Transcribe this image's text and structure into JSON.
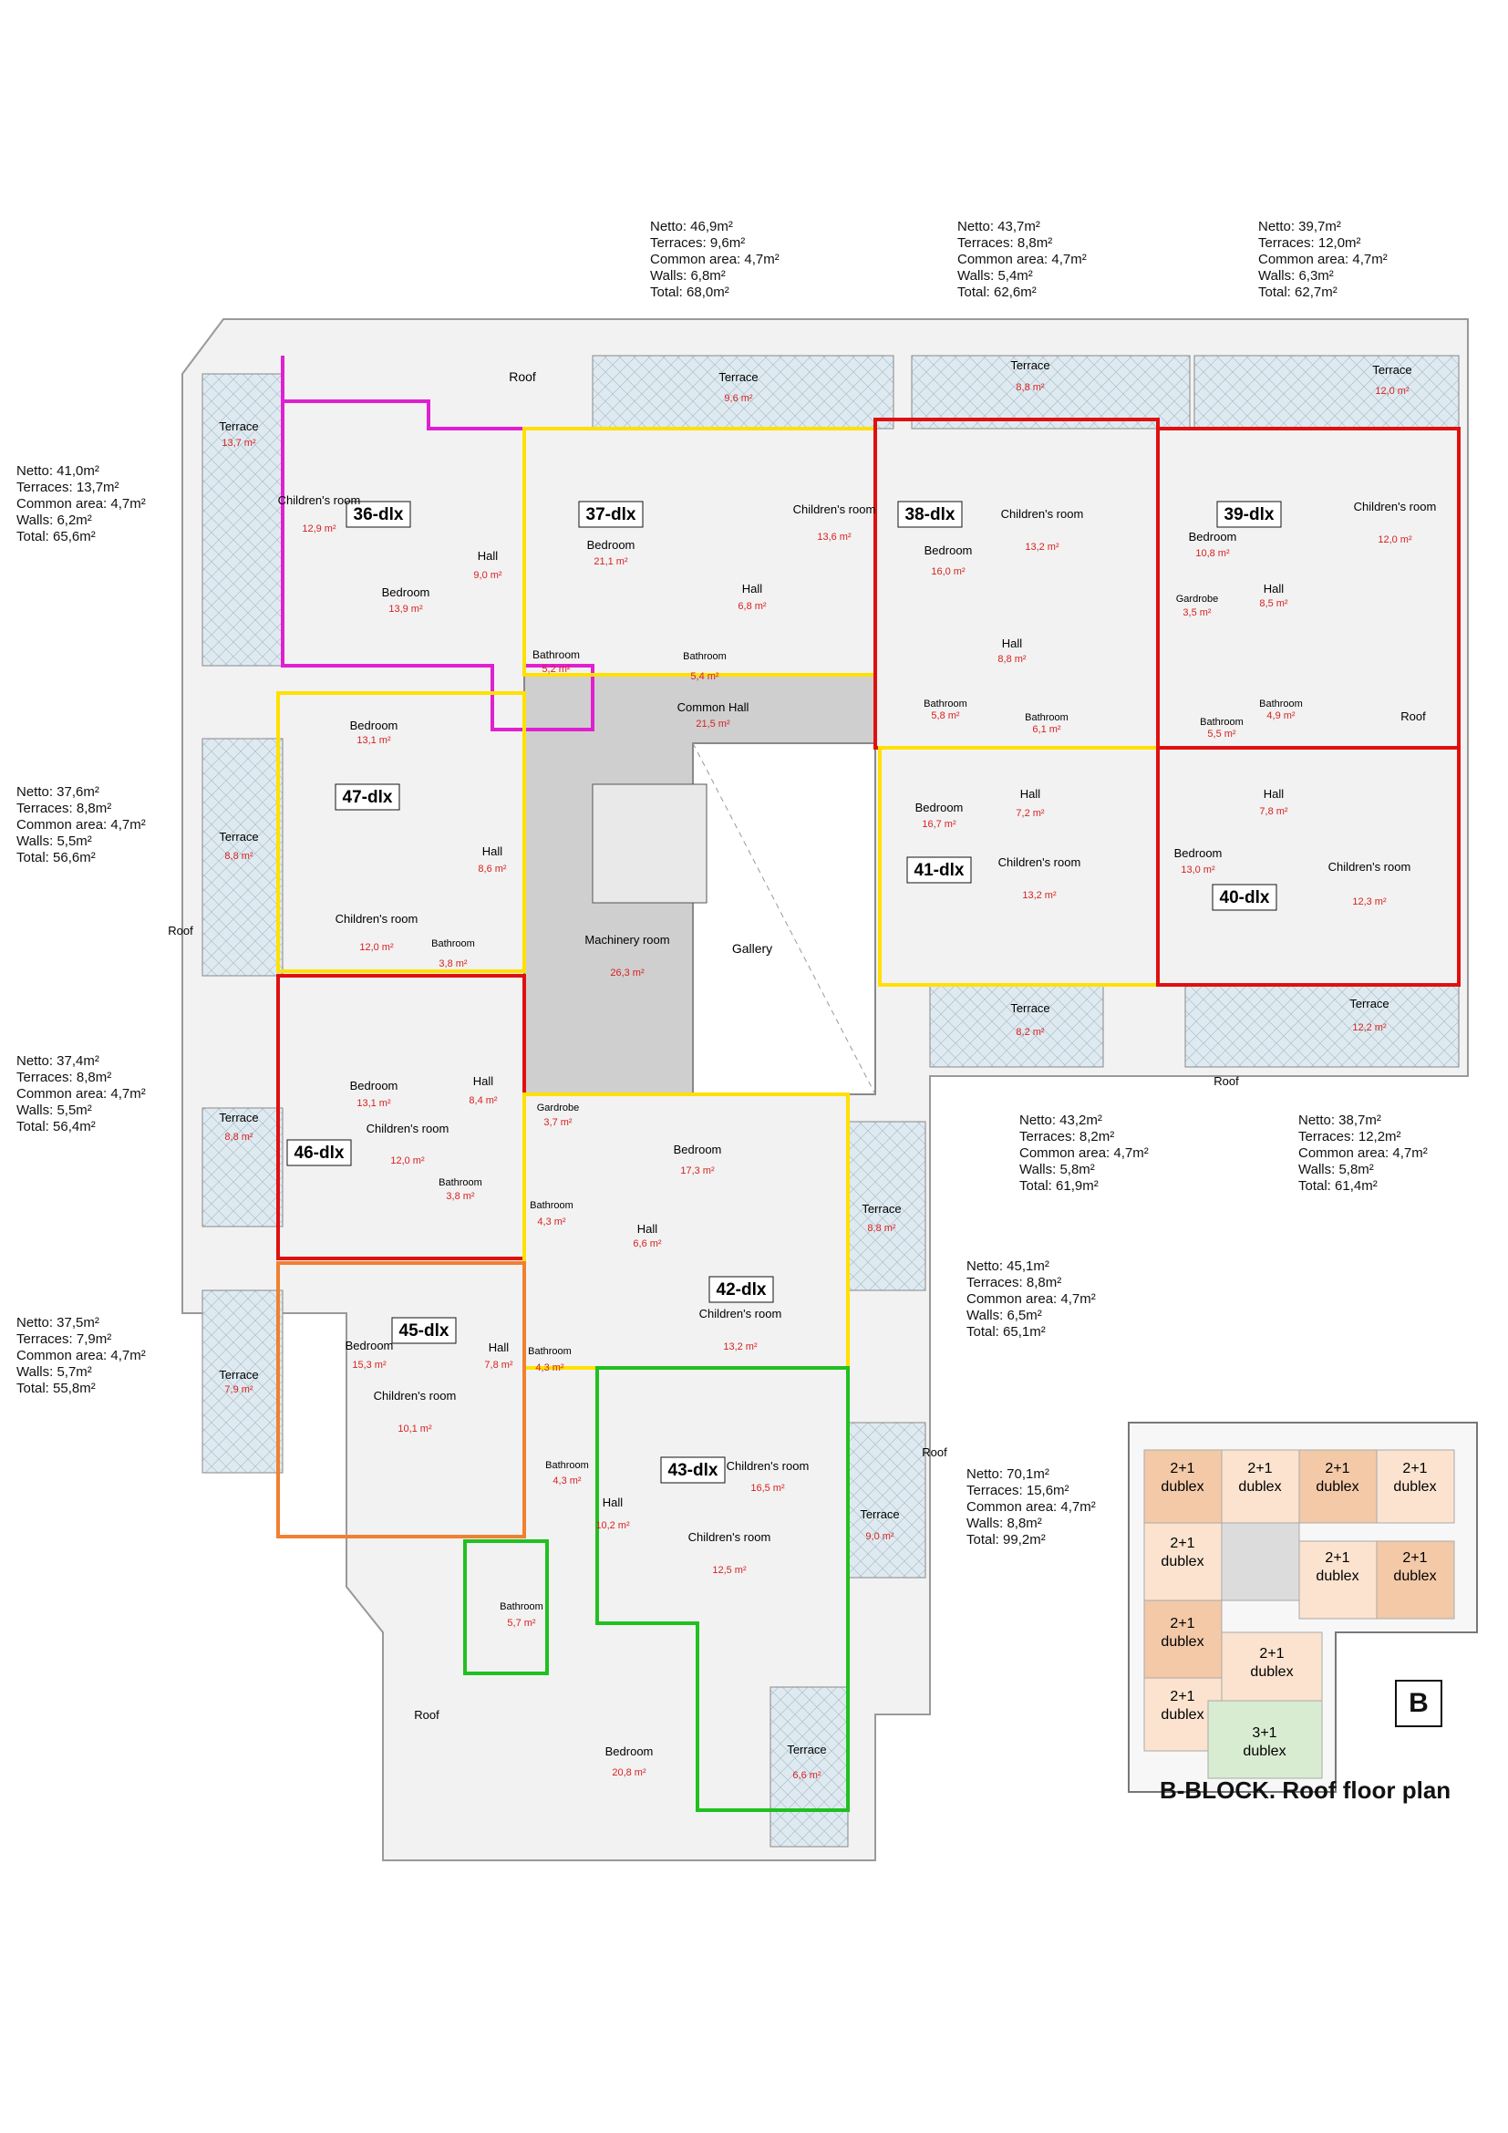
{
  "page_title": "B-BLOCK. Roof floor plan",
  "block_letter": "B",
  "colors": {
    "magenta": "#e020d0",
    "yellow": "#ffe000",
    "red": "#e01010",
    "orange": "#f08030",
    "green": "#20c020",
    "gray": "#c8c8c8",
    "terrace": "#dbe8ee",
    "area": "#d82020",
    "wood": "#e8b888",
    "bed": "#b8b8e8",
    "sofa": "#a8d8c8"
  },
  "stats": [
    {
      "id": "37",
      "lines": [
        "Netto: 46,9m²",
        "Terraces: 9,6m²",
        "Common area: 4,7m²",
        "Walls: 6,8m²",
        "Total: 68,0m²"
      ]
    },
    {
      "id": "38",
      "lines": [
        "Netto: 43,7m²",
        "Terraces: 8,8m²",
        "Common area: 4,7m²",
        "Walls: 5,4m²",
        "Total: 62,6m²"
      ]
    },
    {
      "id": "39",
      "lines": [
        "Netto: 39,7m²",
        "Terraces: 12,0m²",
        "Common area: 4,7m²",
        "Walls: 6,3m²",
        "Total: 62,7m²"
      ]
    },
    {
      "id": "36",
      "lines": [
        "Netto: 41,0m²",
        "Terraces: 13,7m²",
        "Common area: 4,7m²",
        "Walls: 6,2m²",
        "Total: 65,6m²"
      ]
    },
    {
      "id": "47",
      "lines": [
        "Netto: 37,6m²",
        "Terraces: 8,8m²",
        "Common area: 4,7m²",
        "Walls: 5,5m²",
        "Total: 56,6m²"
      ]
    },
    {
      "id": "46",
      "lines": [
        "Netto: 37,4m²",
        "Terraces: 8,8m²",
        "Common area: 4,7m²",
        "Walls: 5,5m²",
        "Total: 56,4m²"
      ]
    },
    {
      "id": "45",
      "lines": [
        "Netto: 37,5m²",
        "Terraces: 7,9m²",
        "Common area: 4,7m²",
        "Walls: 5,7m²",
        "Total: 55,8m²"
      ]
    },
    {
      "id": "41",
      "lines": [
        "Netto: 43,2m²",
        "Terraces: 8,2m²",
        "Common area: 4,7m²",
        "Walls: 5,8m²",
        "Total: 61,9m²"
      ]
    },
    {
      "id": "40",
      "lines": [
        "Netto: 38,7m²",
        "Terraces: 12,2m²",
        "Common area: 4,7m²",
        "Walls: 5,8m²",
        "Total: 61,4m²"
      ]
    },
    {
      "id": "42",
      "lines": [
        "Netto: 45,1m²",
        "Terraces: 8,8m²",
        "Common area: 4,7m²",
        "Walls: 6,5m²",
        "Total: 65,1m²"
      ]
    },
    {
      "id": "43",
      "lines": [
        "Netto: 70,1m²",
        "Terraces: 15,6m²",
        "Common area: 4,7m²",
        "Walls: 8,8m²",
        "Total: 99,2m²"
      ]
    }
  ],
  "units": [
    "36-dlx",
    "37-dlx",
    "38-dlx",
    "39-dlx",
    "47-dlx",
    "41-dlx",
    "40-dlx",
    "46-dlx",
    "45-dlx",
    "42-dlx",
    "43-dlx"
  ],
  "rooms": [
    [
      "Terrace",
      "13,7 m²"
    ],
    [
      "Children's room",
      "12,9 m²"
    ],
    [
      "Bedroom",
      "13,9 m²"
    ],
    [
      "Hall",
      "9,0 m²"
    ],
    [
      "Bathroom",
      "5,2 m²"
    ],
    [
      "Roof",
      ""
    ],
    [
      "Terrace",
      "9,6 m²"
    ],
    [
      "Bedroom",
      "21,1 m²"
    ],
    [
      "Children's room",
      "13,6 m²"
    ],
    [
      "Hall",
      "6,8 m²"
    ],
    [
      "Bathroom",
      "5,4 m²"
    ],
    [
      "Terrace",
      "8,8 m²"
    ],
    [
      "Bedroom",
      "16,0 m²"
    ],
    [
      "Children's room",
      "13,2 m²"
    ],
    [
      "Hall",
      "8,8 m²"
    ],
    [
      "Bathroom",
      "5,8 m²"
    ],
    [
      "Bathroom",
      "6,1 m²"
    ],
    [
      "Terrace",
      "12,0 m²"
    ],
    [
      "Bedroom",
      "10,8 m²"
    ],
    [
      "Children's room",
      "12,0 m²"
    ],
    [
      "Gardrobe",
      "3,5 m²"
    ],
    [
      "Hall",
      "8,5 m²"
    ],
    [
      "Bathroom",
      "5,5 m²"
    ],
    [
      "Bathroom",
      "4,9 m²"
    ],
    [
      "Common Hall",
      "21,5 m²"
    ],
    [
      "Machinery room",
      "26,3 m²"
    ],
    [
      "Gallery",
      ""
    ],
    [
      "Bedroom",
      "13,1 m²"
    ],
    [
      "Terrace",
      "8,8 m²"
    ],
    [
      "Hall",
      "8,6 m²"
    ],
    [
      "Children's room",
      "12,0 m²"
    ],
    [
      "Bathroom",
      "3,8 m²"
    ],
    [
      "Roof",
      ""
    ],
    [
      "Bedroom",
      "16,7 m²"
    ],
    [
      "Hall",
      "7,2 m²"
    ],
    [
      "Children's room",
      "13,2 m²"
    ],
    [
      "Terrace",
      "8,2 m²"
    ],
    [
      "Bedroom",
      "13,0 m²"
    ],
    [
      "Hall",
      "7,8 m²"
    ],
    [
      "Children's room",
      "12,3 m²"
    ],
    [
      "Terrace",
      "12,2 m²"
    ],
    [
      "Roof",
      ""
    ],
    [
      "Roof",
      ""
    ],
    [
      "Bedroom",
      "13,1 m²"
    ],
    [
      "Terrace",
      "8,8 m²"
    ],
    [
      "Hall",
      "8,4 m²"
    ],
    [
      "Children's room",
      "12,0 m²"
    ],
    [
      "Bathroom",
      "3,8 m²"
    ],
    [
      "Gardrobe",
      "3,7 m²"
    ],
    [
      "Bedroom",
      "17,3 m²"
    ],
    [
      "Bathroom",
      "4,3 m²"
    ],
    [
      "Hall",
      "6,6 m²"
    ],
    [
      "Terrace",
      "8,8 m²"
    ],
    [
      "Children's room",
      "13,2 m²"
    ],
    [
      "Bedroom",
      "15,3 m²"
    ],
    [
      "Hall",
      "7,8 m²"
    ],
    [
      "Bathroom",
      "4,3 m²"
    ],
    [
      "Terrace",
      "7,9 m²"
    ],
    [
      "Children's room",
      "10,1 m²"
    ],
    [
      "Children's room",
      "16,5 m²"
    ],
    [
      "Bathroom",
      "4,3 m²"
    ],
    [
      "Hall",
      "10,2 m²"
    ],
    [
      "Children's room",
      "12,5 m²"
    ],
    [
      "Terrace",
      "9,0 m²"
    ],
    [
      "Roof",
      ""
    ],
    [
      "Bathroom",
      "5,7 m²"
    ],
    [
      "Bedroom",
      "20,8 m²"
    ],
    [
      "Terrace",
      "6,6 m²"
    ],
    [
      "Roof",
      ""
    ]
  ],
  "mini_labels": [
    [
      "2+1",
      "dublex"
    ],
    [
      "2+1",
      "dublex"
    ],
    [
      "2+1",
      "dublex"
    ],
    [
      "2+1",
      "dublex"
    ],
    [
      "2+1",
      "dublex"
    ],
    [
      "2+1",
      "dublex"
    ],
    [
      "2+1",
      "dublex"
    ],
    [
      "2+1",
      "dublex"
    ],
    [
      "2+1",
      "dublex"
    ],
    [
      "2+1",
      "dublex"
    ],
    [
      "3+1",
      "dublex"
    ]
  ]
}
